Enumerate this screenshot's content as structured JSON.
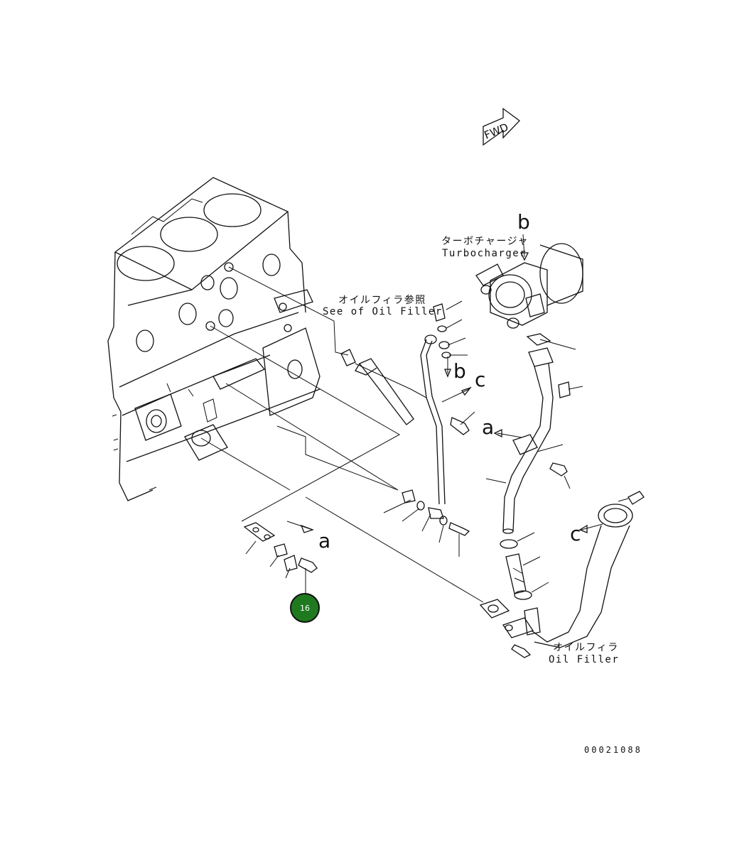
{
  "diagram": {
    "fwd_label": "FWD",
    "turbocharger_jp": "ターボチャージャ",
    "turbocharger_en": "Turbocharger",
    "see_oil_filler_jp": "オイルフィラ参照",
    "see_oil_filler_en": "See of Oil Filler",
    "oil_filler_jp": "オイルフィラ",
    "oil_filler_en": "Oil Filler",
    "ref_a": "a",
    "ref_b": "b",
    "ref_c": "c",
    "callout_number": "16",
    "part_number": "00021088"
  },
  "colors": {
    "callout_fill": "#1f7a1f",
    "callout_stroke": "#111111",
    "line": "#111111"
  }
}
